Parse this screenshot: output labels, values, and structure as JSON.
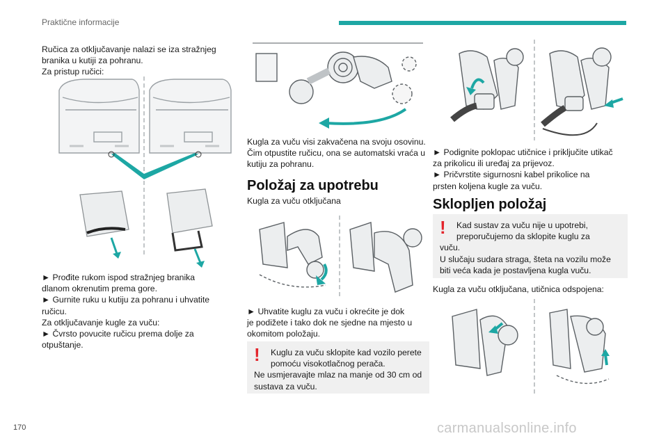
{
  "header": {
    "title": "Praktične informacije"
  },
  "page_number": "170",
  "col1": {
    "intro_1": "Ručica za otključavanje nalazi se iza stražnjeg",
    "intro_2": "branika u kutiji za pohranu.",
    "intro_3": "Za pristup ručici:",
    "step_1a": "► Prođite rukom ispod stražnjeg branika",
    "step_1b": "dlanom okrenutim prema gore.",
    "step_2a": "► Gurnite ruku u kutiju za pohranu i uhvatite",
    "step_2b": "ručicu.",
    "unlock_intro": "Za otključavanje kugle za vuču:",
    "step_3a": "► Čvrsto povucite ručicu prema dolje za",
    "step_3b": "otpuštanje."
  },
  "col2": {
    "para_1": "Kugla za vuču visi zakvačena na svoju osovinu.",
    "para_2": "Čim otpustite ručicu, ona se automatski vraća u",
    "para_3": "kutiju za pohranu.",
    "heading": "Položaj za upotrebu",
    "subtitle": "Kugla za vuču otključana",
    "step_1a": "► Uhvatite kuglu za vuču i okrećite je dok",
    "step_1b": "je podižete i tako dok ne sjedne na mjesto u",
    "step_1c": "okomitom položaju.",
    "warn_1": "Kuglu za vuču sklopite kad vozilo perete",
    "warn_2": "pomoću visokotlačnog perača.",
    "warn_3": "Ne usmjeravajte mlaz na manje od 30 cm od",
    "warn_4": "sustava za vuču."
  },
  "col3": {
    "step_1a": "► Podignite poklopac utičnice i priključite utikač",
    "step_1b": "za prikolicu ili uređaj za prijevoz.",
    "step_2a": "► Pričvrstite sigurnosni kabel prikolice na",
    "step_2b": "prsten koljena kugle za vuču.",
    "heading": "Sklopljen položaj",
    "warn_1": "Kad sustav za vuču nije u upotrebi,",
    "warn_2": "preporučujemo da sklopite kuglu za",
    "warn_3": "vuču.",
    "warn_4": "U slučaju sudara straga, šteta na vozilu može",
    "warn_5": "biti veća kada je postavljena kugla vuču.",
    "subtitle": "Kugla za vuču otključana, utičnica odspojena:"
  },
  "watermark": "carmanualsonline.info",
  "colors": {
    "accent": "#1da7a4",
    "warning": "#e3242b",
    "box": "#f0f0f0"
  }
}
